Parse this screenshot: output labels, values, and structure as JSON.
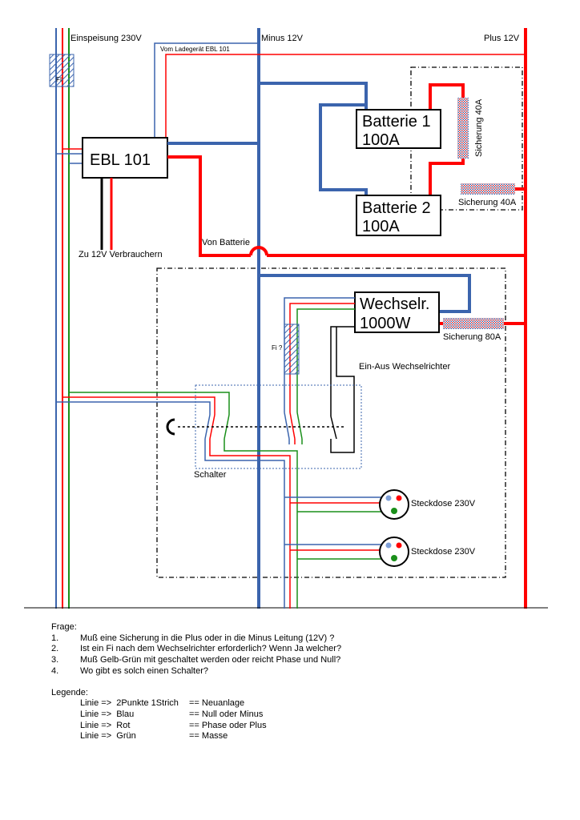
{
  "diagram": {
    "labels": {
      "einspeisung": "Einspeisung 230V",
      "minus": "Minus 12V",
      "plus": "Plus 12V",
      "ladegeraet": "Vom Ladegerät EBL 101",
      "fi_main": "FI",
      "ebl": "EBL 101",
      "batterie1_name": "Batterie 1",
      "batterie1_cap": "100A",
      "batterie2_name": "Batterie 2",
      "batterie2_cap": "100A",
      "sicherung1": "Sicherung 40A",
      "sicherung2": "Sicherung 40A",
      "verbraucher": "Zu 12V Verbrauchern",
      "von_batterie": "Von Batterie",
      "wechsel_name": "Wechselr.",
      "wechsel_power": "1000W",
      "sicherung80": "Sicherung 80A",
      "fi_small": "Fi ?",
      "ein_aus": "Ein-Aus Wechselrichter",
      "schalter": "Schalter",
      "steckdose1": "Steckdose 230V",
      "steckdose2": "Steckdose 230V"
    },
    "colors": {
      "blue": "#3b64ad",
      "red": "#ff0000",
      "green": "#1a8f1a",
      "black": "#000000"
    }
  },
  "text": {
    "frage_title": "Frage:",
    "questions": [
      {
        "num": "1.",
        "text": "Muß eine Sicherung in die Plus oder in die Minus Leitung (12V) ?"
      },
      {
        "num": "2.",
        "text": "Ist ein Fi nach dem Wechselrichter erforderlich? Wenn Ja welcher?"
      },
      {
        "num": "3.",
        "text": "Muß Gelb-Grün mit geschaltet werden oder reicht Phase und Null?"
      },
      {
        "num": "4.",
        "text": "Wo gibt es solch einen Schalter?"
      }
    ],
    "legende_title": "Legende:",
    "legend": [
      {
        "left": "Linie =>  2Punkte 1Strich",
        "right": "== Neuanlage"
      },
      {
        "left": "Linie =>  Blau",
        "right": "== Null oder Minus"
      },
      {
        "left": "Linie =>  Rot",
        "right": "== Phase oder Plus"
      },
      {
        "left": "Linie =>  Grün",
        "right": "== Masse"
      }
    ]
  }
}
